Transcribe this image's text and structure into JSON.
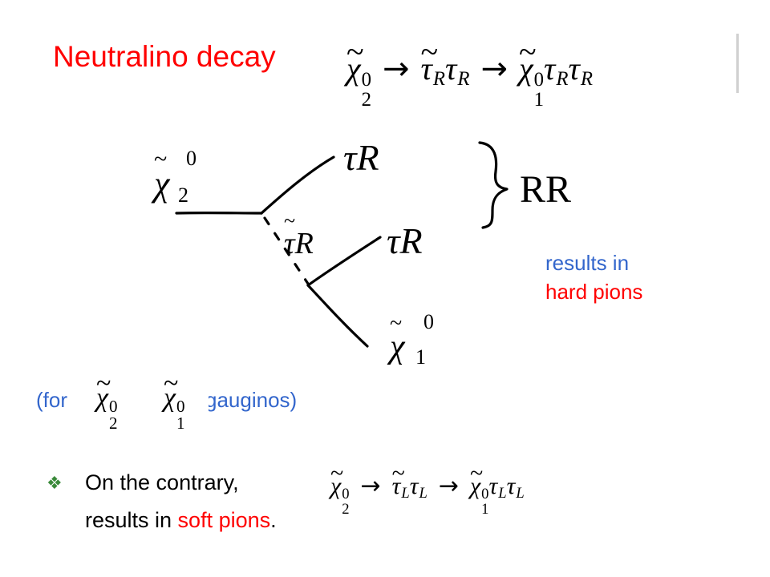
{
  "title": "Neutralino decay",
  "decay_chain_RR": {
    "arrow": "→",
    "parent": {
      "symbol": "χ",
      "tilde": "~",
      "sup": "0",
      "sub": "2"
    },
    "intermediate": {
      "symbol": "τ",
      "tilde": "~",
      "sub": "R"
    },
    "lepton1": {
      "symbol": "τ",
      "sub": "R"
    },
    "lsp": {
      "symbol": "χ",
      "tilde": "~",
      "sup": "0",
      "sub": "1"
    },
    "lepton2": {
      "symbol": "τ",
      "sub": "R"
    },
    "lepton3": {
      "symbol": "τ",
      "sub": "R"
    }
  },
  "diagram_labels": {
    "chi2": {
      "tilde": "~",
      "sup": "0",
      "symbol": "χ",
      "sub": "2"
    },
    "tau_upper": "τR",
    "stau": "τR",
    "stau_tilde": "~",
    "tau_lower": "τR",
    "chi1": {
      "tilde": "~",
      "sup": "0",
      "symbol": "χ",
      "sub": "1"
    },
    "brace_label": "RR"
  },
  "note": {
    "line1": "results in",
    "line2": "hard pions"
  },
  "for_line": {
    "open": "(for",
    "tail": "gauginos)"
  },
  "bullet_icon": "❖",
  "contrary": {
    "text": "On the contrary,",
    "results_prefix": "results in ",
    "soft": "soft pions",
    "period": "."
  },
  "decay_chain_LL": {
    "arrow": "→",
    "parent": {
      "symbol": "χ",
      "tilde": "~",
      "sup": "0",
      "sub": "2"
    },
    "intermediate": {
      "symbol": "τ",
      "tilde": "~",
      "sub": "L"
    },
    "lepton1": {
      "symbol": "τ",
      "sub": "L"
    },
    "lsp": {
      "symbol": "χ",
      "tilde": "~",
      "sup": "0",
      "sub": "1"
    },
    "lepton2": {
      "symbol": "τ",
      "sub": "L"
    },
    "lepton3": {
      "symbol": "τ",
      "sub": "L"
    }
  },
  "for_symbols": {
    "a": {
      "symbol": "χ",
      "tilde": "~",
      "sup": "0",
      "sub": "2"
    },
    "b": {
      "symbol": "χ",
      "tilde": "~",
      "sup": "0",
      "sub": "1"
    }
  },
  "colors": {
    "red": "#ff0000",
    "blue": "#3366cc",
    "bullet_green": "#3a8a3a",
    "ink": "#000000"
  }
}
